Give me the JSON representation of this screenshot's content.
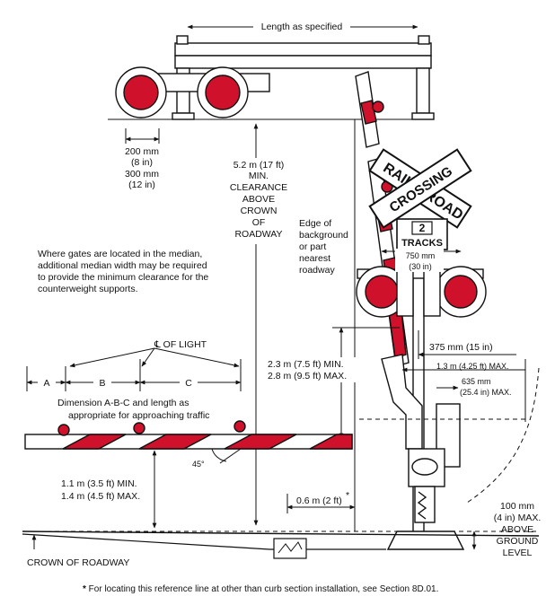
{
  "colors": {
    "red": "#d0112b",
    "line": "#111111",
    "paper": "#ffffff"
  },
  "top": {
    "length_label": "Length as specified",
    "lamp_size": [
      "200 mm",
      "(8 in)",
      "300 mm",
      "(12 in)"
    ]
  },
  "clearance": {
    "lines": [
      "5.2 m (17 ft)",
      "MIN.",
      "CLEARANCE",
      "ABOVE",
      "CROWN",
      "OF",
      "ROADWAY"
    ]
  },
  "edge_note": {
    "lines": [
      "Edge of",
      "background",
      "or part",
      "nearest",
      "roadway"
    ]
  },
  "median_note": {
    "lines": [
      "Where gates are located in the median,",
      "additional median width may be required",
      "to provide the minimum clearance for the",
      "counterweight supports."
    ]
  },
  "crossbuck": {
    "word1": "RAIL",
    "word2": "ROAD",
    "word3": "CROSSING",
    "tracks_number": "2",
    "tracks_label": "TRACKS"
  },
  "signal": {
    "spacing_mm": "750 mm",
    "spacing_in": "(30 in)",
    "offset": "375 mm (15 in)",
    "gate_mech": "1.3 m (4.25 ft) MAX.",
    "depth_mm": "635 mm",
    "depth_in": "(25.4 in) MAX."
  },
  "gate_height": {
    "min": "2.3 m (7.5 ft) MIN.",
    "max": "2.8 m (9.5 ft) MAX."
  },
  "arm": {
    "cl_symbol": "℄",
    "cl_label": " OF LIGHT",
    "dim_a": "A",
    "dim_b": "B",
    "dim_c": "C",
    "dim_note": [
      "Dimension A-B-C and length as",
      "appropriate for approaching traffic"
    ],
    "angle": "45°",
    "height_min": "1.1 m (3.5 ft) MIN.",
    "height_max": "1.4 m (4.5 ft) MAX.",
    "offset": "0.6 m (2 ft)",
    "asterisk": "*"
  },
  "ground": {
    "crown_label": "CROWN OF ROADWAY",
    "foundation": [
      "100 mm",
      "(4 in) MAX.",
      "ABOVE",
      "GROUND",
      "LEVEL"
    ]
  },
  "footnote": {
    "star": "*",
    "text": " For locating this reference line at other than curb section installation, see Section 8D.01."
  }
}
